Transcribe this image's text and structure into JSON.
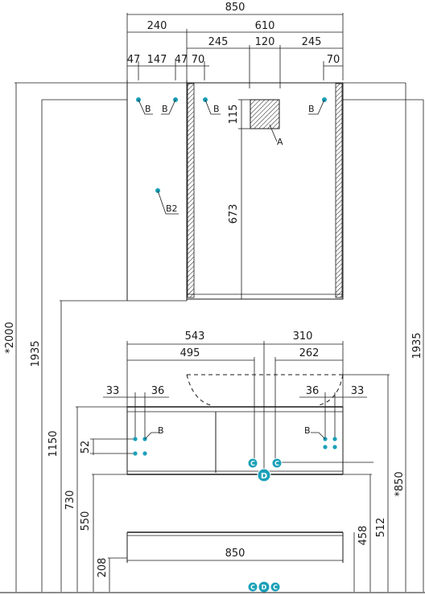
{
  "colors": {
    "line": "#1a1a1a",
    "accent": "#1aa0b8",
    "background": "#ffffff"
  },
  "top_dims": {
    "overall_width": "850",
    "left_width": "240",
    "right_width": "610",
    "seg_245_left": "245",
    "seg_120": "120",
    "seg_245_right": "245",
    "d47a": "47",
    "d147": "147",
    "d47b": "47",
    "d70a": "70",
    "d70b": "70",
    "height_115": "115",
    "height_673": "673"
  },
  "side_dims": {
    "total_height": "*2000",
    "h1935_left": "1935",
    "h1935_right": "1935",
    "h1150": "1150",
    "h730": "730",
    "h550": "550",
    "h208": "208",
    "h52": "52",
    "h850": "*850",
    "h512": "512",
    "h458": "458"
  },
  "lower_dims": {
    "w543": "543",
    "w310": "310",
    "w495": "495",
    "w262": "262",
    "w33_left": "33",
    "w36_left": "36",
    "w36_right": "36",
    "w33_right": "33",
    "w850_bottom": "850"
  },
  "labels": {
    "b": "B",
    "b2": "B2",
    "a": "A",
    "c": "C",
    "d": "D"
  }
}
